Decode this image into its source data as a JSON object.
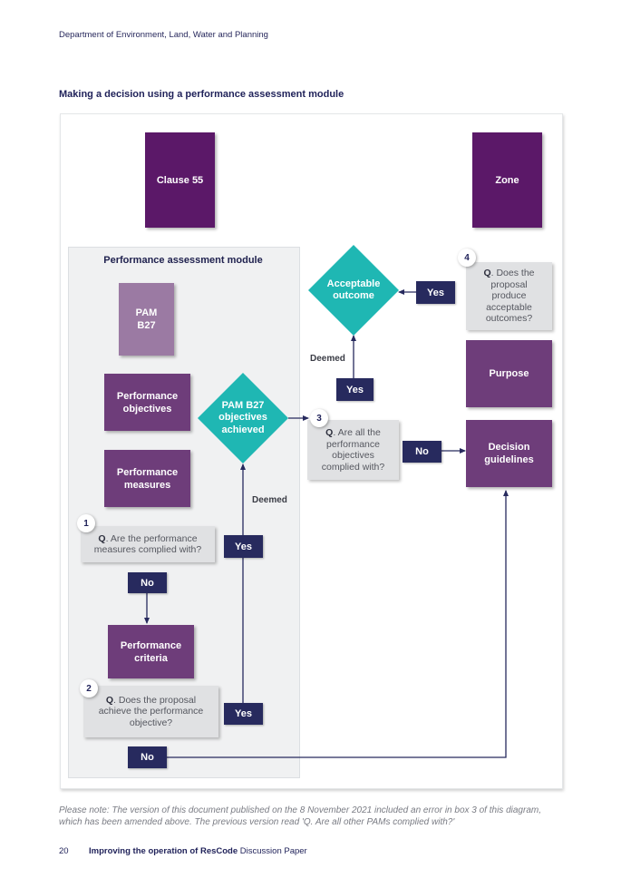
{
  "header": {
    "department": "Department of Environment, Land, Water and Planning"
  },
  "title": "Making a decision using a performance assessment module",
  "diagram": {
    "clause55": "Clause 55",
    "zone": "Zone",
    "module_title": "Performance assessment module",
    "pam_b27": "PAM B27",
    "performance_objectives": "Performance objectives",
    "performance_measures": "Performance measures",
    "performance_criteria": "Performance criteria",
    "pam_objectives_diamond": "PAM B27 objectives achieved",
    "acceptable_outcome_diamond": "Acceptable outcome",
    "purpose": "Purpose",
    "decision_guidelines": "Decision guidelines",
    "q1": {
      "num": "1",
      "q": "Q",
      "text": ". Are the performance measures complied with?"
    },
    "q2": {
      "num": "2",
      "q": "Q",
      "text": ". Does the proposal achieve the performance objective?"
    },
    "q3": {
      "num": "3",
      "q": "Q",
      "text": ". Are all the performance objectives complied with?"
    },
    "q4": {
      "num": "4",
      "q": "Q",
      "text": ". Does the proposal produce acceptable outcomes?"
    },
    "yes": "Yes",
    "no": "No",
    "deemed": "Deemed"
  },
  "note": "Please note: The version of this document published on the 8 November 2021 included an error in box 3 of this diagram, which has been amended above. The previous version read 'Q. Are all other PAMs complied with?'",
  "footer": {
    "page": "20",
    "doc_title": "Improving the operation of ResCode",
    "doc_type": "Discussion Paper"
  },
  "colors": {
    "navy": "#272a5e",
    "dark_purple": "#5b1868",
    "mid_purple": "#6e3d7a",
    "light_purple": "#9b7aa3",
    "teal": "#1fb7b3",
    "question_grey": "#e0e1e3"
  }
}
